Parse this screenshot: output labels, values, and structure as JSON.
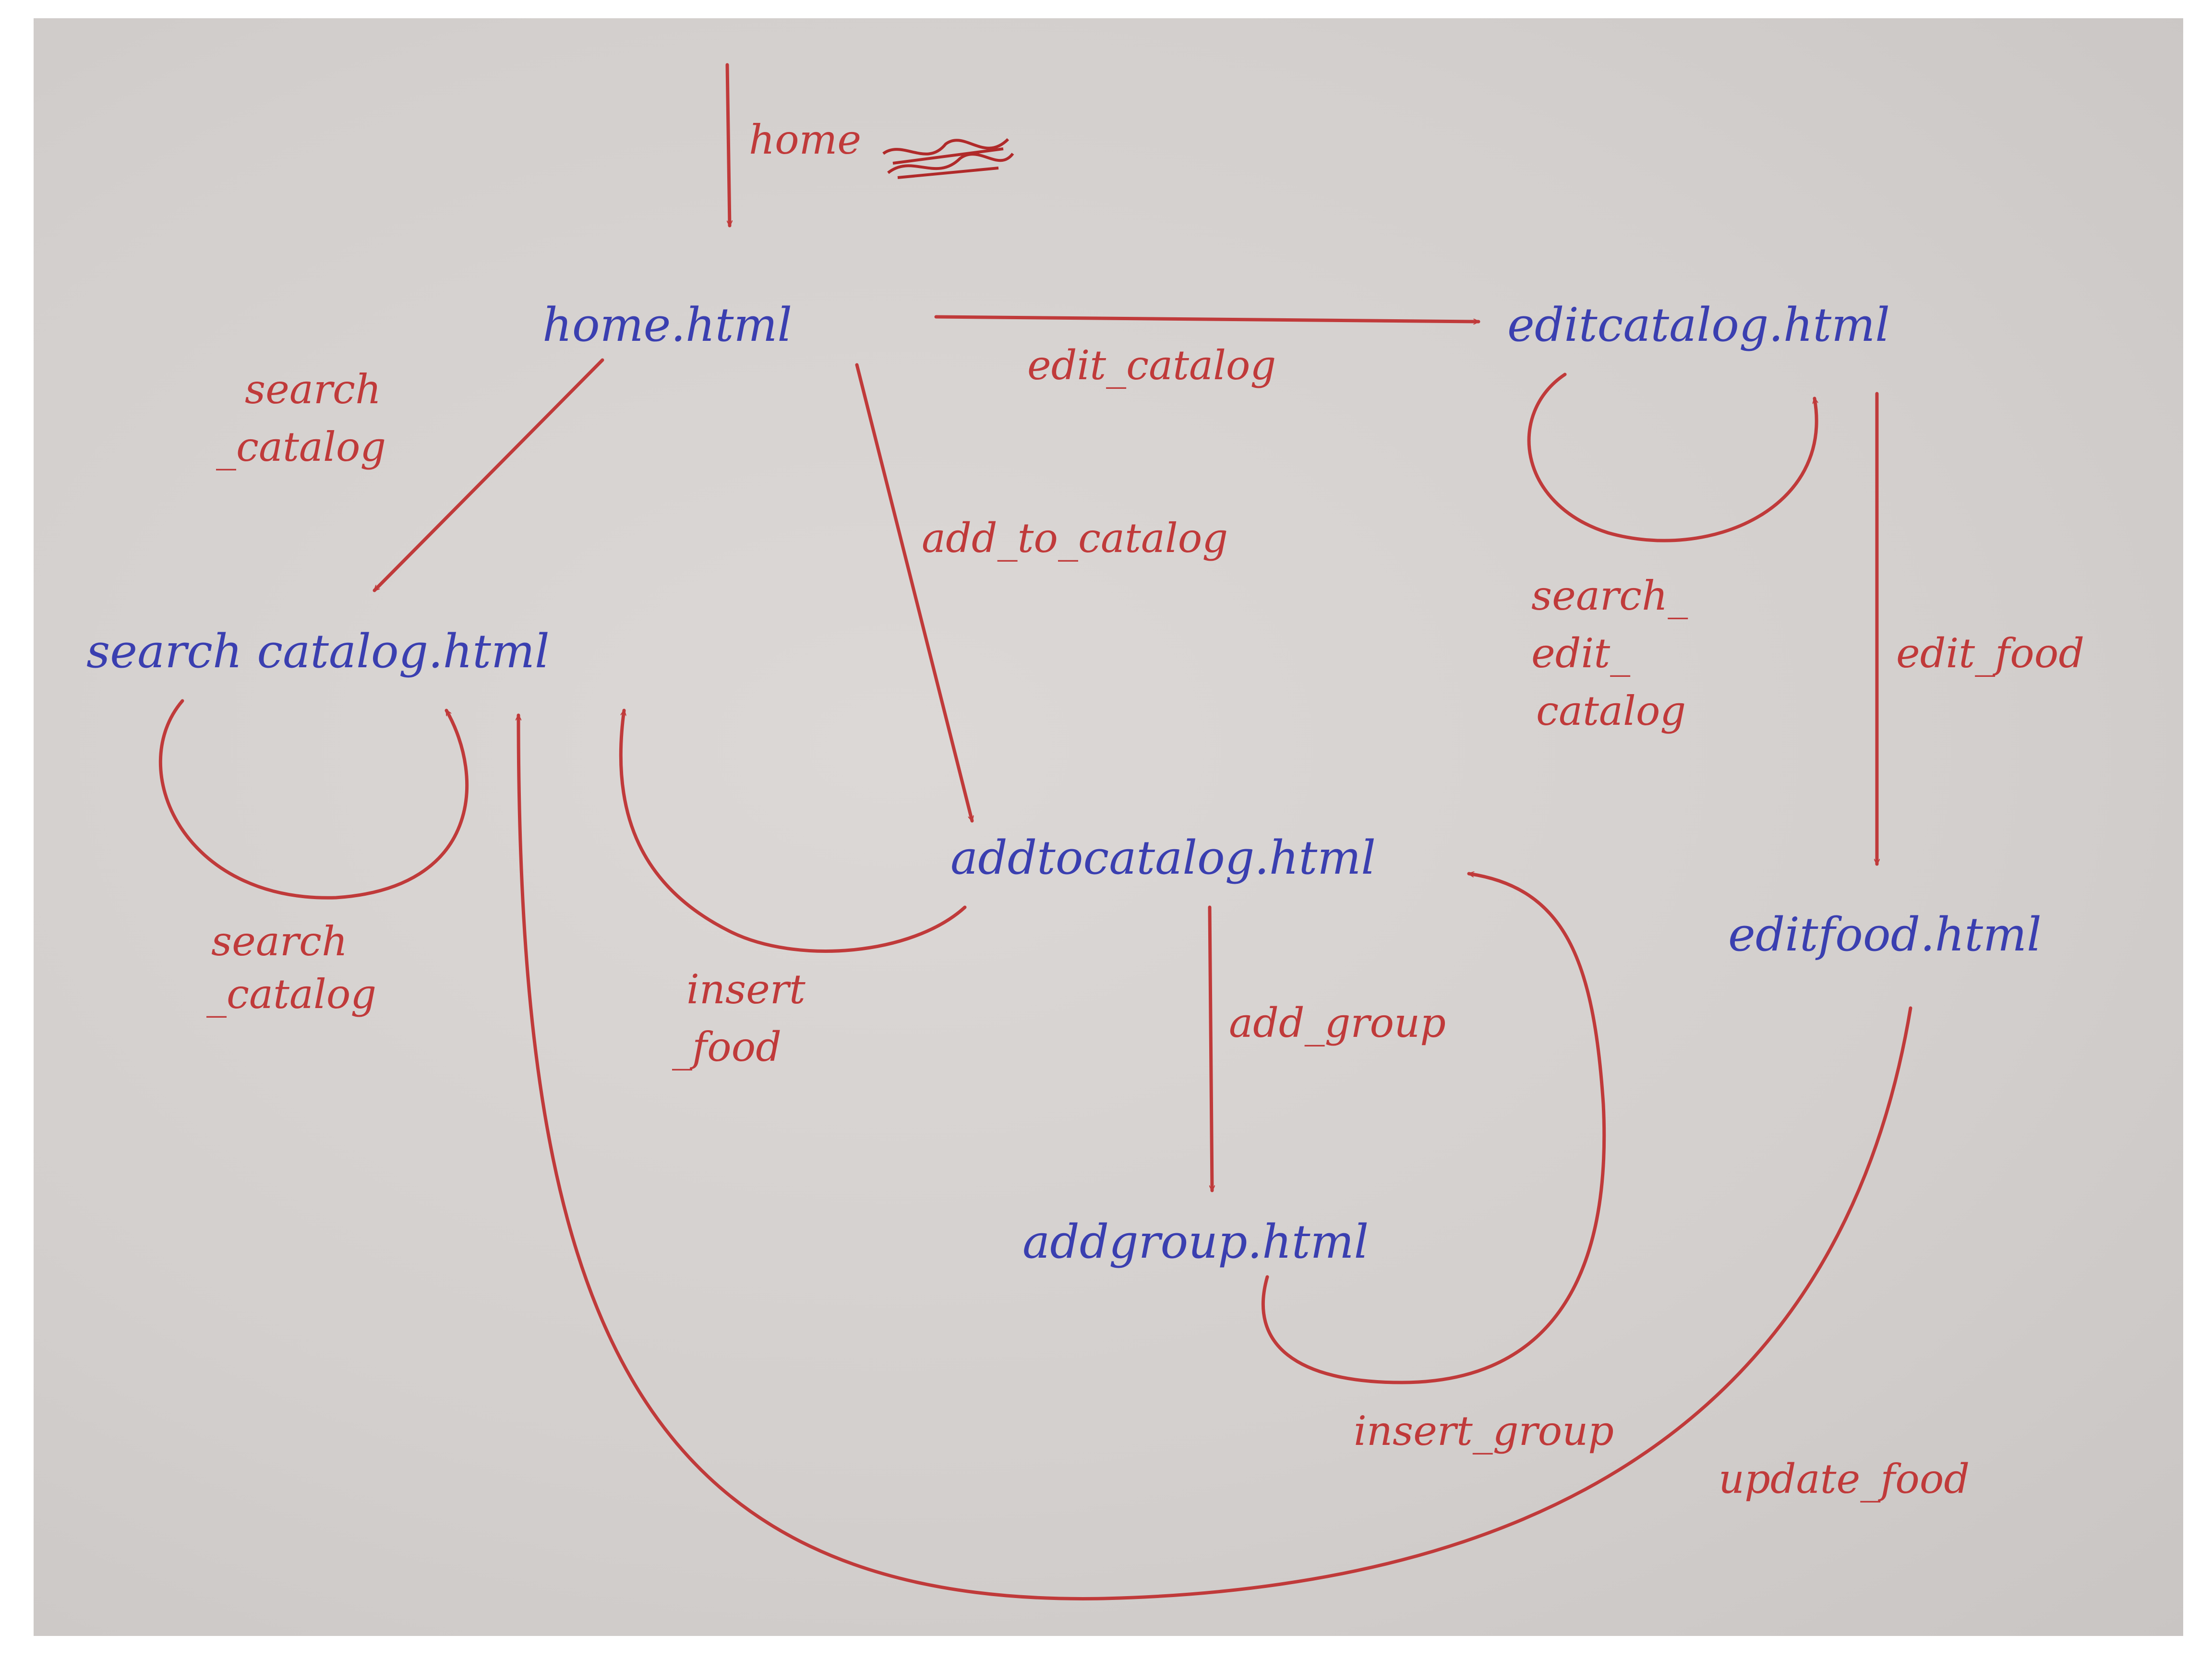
{
  "nodes": {
    "home": "home.html",
    "editcatalog": "editcatalog.html",
    "search_catalog": "search catalog.html",
    "addtocatalog": "addtocatalog.html",
    "editfood": "editfood.html",
    "addgroup": "addgroup.html"
  },
  "edges": {
    "entry": "home",
    "edit_catalog": "edit_catalog",
    "search_catalog_1": "search",
    "search_catalog_2": "_catalog",
    "add_to_catalog": "add_to_catalog",
    "search_edit_catalog_1": "search_",
    "search_edit_catalog_2": "edit_",
    "search_edit_catalog_3": "catalog",
    "edit_food": "edit_food",
    "search_loop_1": "search",
    "search_loop_2": "_catalog",
    "insert_food_1": "insert",
    "insert_food_2": "_food",
    "add_group": "add_group",
    "insert_group": "insert_group",
    "update_food": "update_food"
  },
  "colors": {
    "node": "#3a3fb0",
    "edge": "#c03a3a",
    "paper": "#d3cfcd"
  }
}
